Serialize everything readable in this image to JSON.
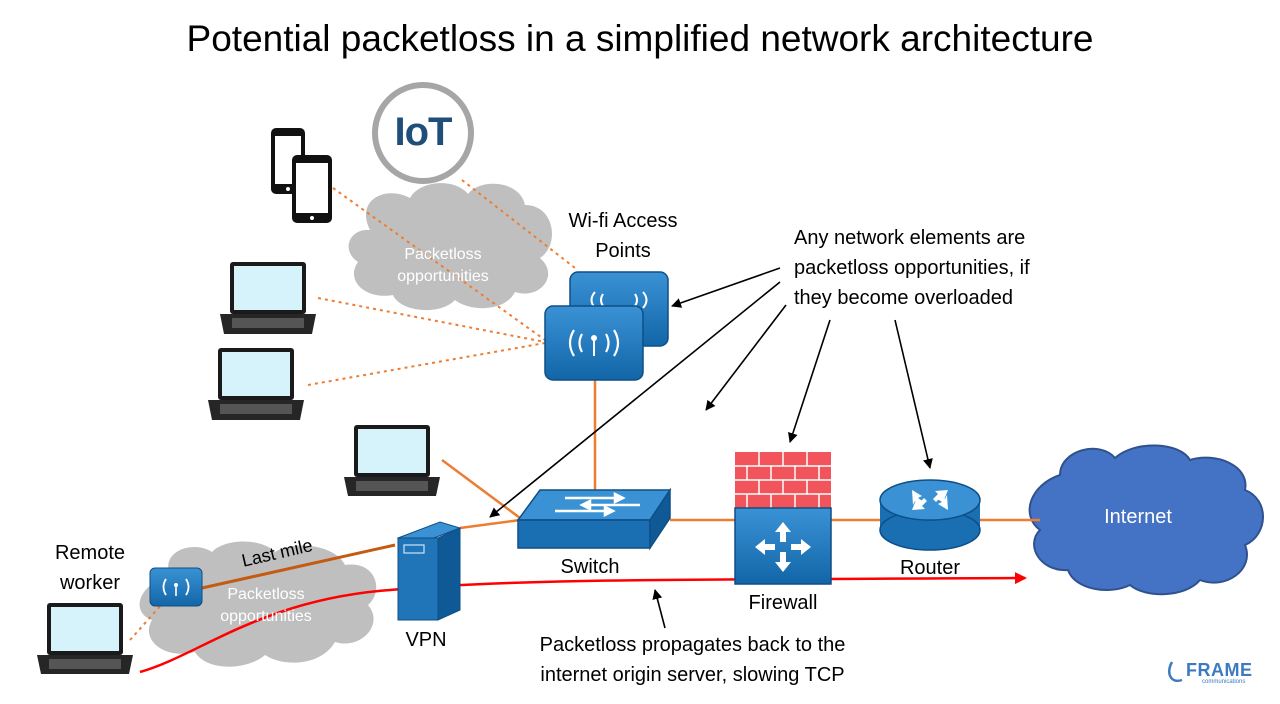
{
  "title": "Potential packetloss in a simplified network architecture",
  "labels": {
    "wifi": [
      "Wi-fi Access",
      "Points"
    ],
    "note": [
      "Any network elements are",
      "packetloss opportunities, if",
      "they become overloaded"
    ],
    "switch": "Switch",
    "firewall": "Firewall",
    "router": "Router",
    "internet": "Internet",
    "vpn": "VPN",
    "remote_worker": [
      "Remote",
      "worker"
    ],
    "last_mile": "Last mile",
    "propagation_note": [
      "Packetloss propagates back to the",
      "internet origin server, slowing TCP"
    ]
  },
  "clouds": {
    "top": [
      "Packetloss",
      "opportunities"
    ],
    "bottom": [
      "Packetloss",
      "opportunities"
    ]
  },
  "iot_badge": "IoT",
  "logo": {
    "name": "FRAME",
    "sub": "communications"
  },
  "colors": {
    "orange_link": "#ed7d31",
    "red_path": "#ff0000",
    "cloud_gray": "#bfbfbf",
    "internet_blue": "#4472c4",
    "device_blue": "#1f75b8",
    "brick_red": "#f2545b"
  },
  "icons": [
    "smartphone-icon",
    "laptop-icon",
    "wifi-access-point-icon",
    "switch-icon",
    "firewall-icon",
    "router-icon",
    "vpn-server-icon",
    "iot-icon",
    "cloud-icon"
  ]
}
